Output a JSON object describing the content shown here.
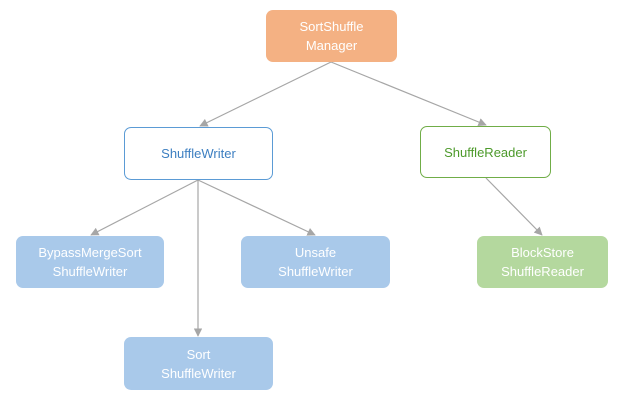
{
  "nodes": {
    "sort_shuffle_manager": {
      "line1": "SortShuffle",
      "line2": "Manager"
    },
    "shuffle_writer": {
      "line1": "ShuffleWriter"
    },
    "shuffle_reader": {
      "line1": "ShuffleReader"
    },
    "bypass_merge_sort_shuffle_writer": {
      "line1": "BypassMergeSort",
      "line2": "ShuffleWriter"
    },
    "unsafe_shuffle_writer": {
      "line1": "Unsafe",
      "line2": "ShuffleWriter"
    },
    "block_store_shuffle_reader": {
      "line1": "BlockStore",
      "line2": "ShuffleReader"
    },
    "sort_shuffle_writer": {
      "line1": "Sort",
      "line2": "ShuffleWriter"
    }
  },
  "edges": [
    {
      "from": "SortShuffle Manager",
      "to": "ShuffleWriter"
    },
    {
      "from": "SortShuffle Manager",
      "to": "ShuffleReader"
    },
    {
      "from": "ShuffleWriter",
      "to": "BypassMergeSort ShuffleWriter"
    },
    {
      "from": "ShuffleWriter",
      "to": "Unsafe ShuffleWriter"
    },
    {
      "from": "ShuffleWriter",
      "to": "Sort ShuffleWriter"
    },
    {
      "from": "ShuffleReader",
      "to": "BlockStore ShuffleReader"
    }
  ],
  "colors": {
    "manager_fill": "#f4b183",
    "writer_border": "#5b9bd5",
    "reader_border": "#70ad47",
    "writer_impl_fill": "#a9c9ea",
    "reader_impl_fill": "#b4d89e",
    "connector": "#a6a6a6"
  }
}
